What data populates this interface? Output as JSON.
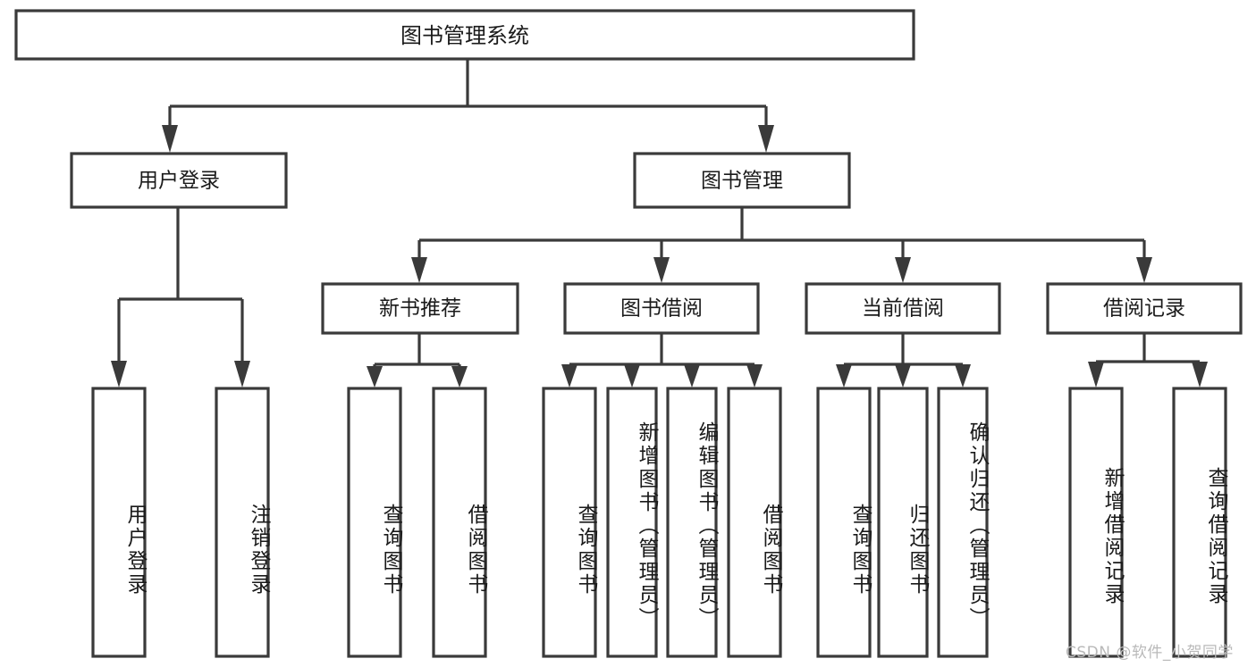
{
  "diagram": {
    "type": "tree",
    "orientation": "top-down",
    "title": "图书管理系统",
    "watermark": "CSDN @软件_小贺同学",
    "colors": {
      "stroke": "#3a3a3a",
      "box_fill": "#ffffff",
      "text": "#1a1a1a",
      "background": "#ffffff",
      "watermark": "#b9b9b9"
    },
    "levels": {
      "root": "图书管理系统",
      "level2": [
        "用户登录",
        "图书管理"
      ],
      "level3": [
        "新书推荐",
        "图书借阅",
        "当前借阅",
        "借阅记录"
      ]
    },
    "nodes": {
      "root": {
        "label": "图书管理系统"
      },
      "user_login": {
        "label": "用户登录"
      },
      "book_manage": {
        "label": "图书管理"
      },
      "new_book_rec": {
        "label": "新书推荐"
      },
      "book_borrow": {
        "label": "图书借阅"
      },
      "current_borrow": {
        "label": "当前借阅"
      },
      "borrow_record": {
        "label": "借阅记录"
      }
    },
    "leaves": {
      "user_login": [
        {
          "label": "用户登录"
        },
        {
          "label": "注销登录"
        }
      ],
      "new_book_rec": [
        {
          "label": "查询图书"
        },
        {
          "label": "借阅图书"
        }
      ],
      "book_borrow": [
        {
          "label": "查询图书"
        },
        {
          "label": "新增图书（管理员）"
        },
        {
          "label": "编辑图书（管理员）"
        },
        {
          "label": "借阅图书"
        }
      ],
      "current_borrow": [
        {
          "label": "查询图书"
        },
        {
          "label": "归还图书"
        },
        {
          "label": "确认归还（管理员）"
        }
      ],
      "borrow_record": [
        {
          "label": "新增借阅记录"
        },
        {
          "label": "查询借阅记录"
        }
      ]
    }
  }
}
